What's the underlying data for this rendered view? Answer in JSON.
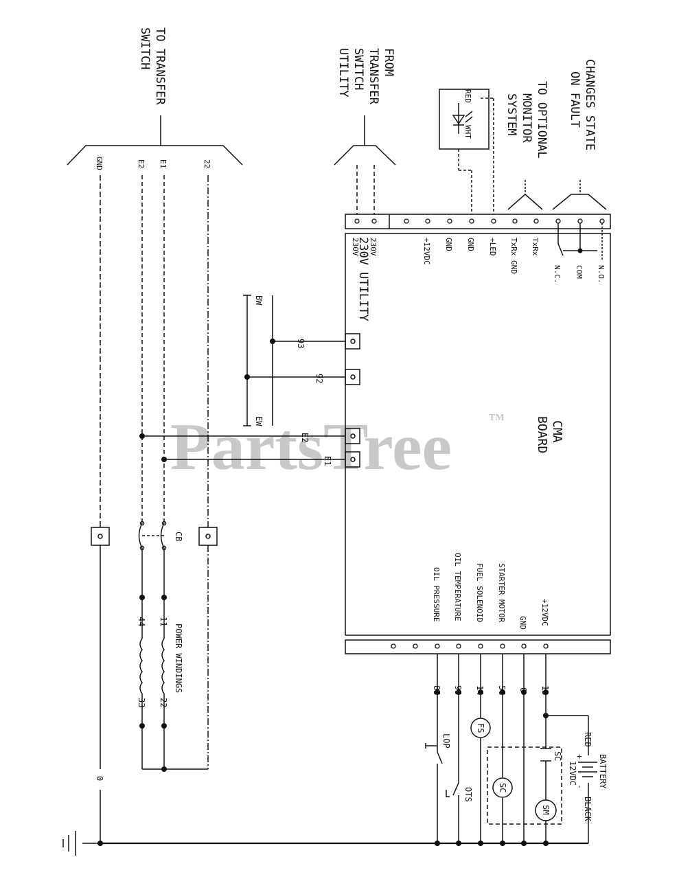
{
  "watermark": {
    "text": "PartsTree",
    "tm": "TM"
  },
  "headers": {
    "to_transfer": [
      "TO TRANSFER",
      "SWITCH"
    ],
    "from_transfer": [
      "FROM",
      "TRANSFER",
      "SWITCH",
      "UTILITY"
    ],
    "optional_monitor": [
      "TO OPTIONAL",
      "MONITOR",
      "SYSTEM"
    ],
    "changes_state": [
      "CHANGES STATE",
      "ON FAULT"
    ]
  },
  "board": {
    "title": "CMA",
    "subtitle": "BOARD",
    "utility": "230V UTILITY"
  },
  "led": {
    "red": "RED",
    "wht": "WHT"
  },
  "top_terminals": [
    "230V",
    "230V",
    "+12VDC",
    "GND",
    "GND",
    "+LED",
    "TxRx GND",
    "TxRx",
    "N.C.",
    "COM",
    "N.O."
  ],
  "bottom_terminals": [
    "OIL PRESSURE",
    "OIL TEMPERATURE",
    "FUEL SOLENOID",
    "STARTER MOTOR",
    "GND",
    "+12VDC"
  ],
  "left_wires": [
    "GND",
    "E2",
    "E1",
    "22"
  ],
  "connector_wires": [
    "93",
    "92",
    "E2",
    "E1"
  ],
  "bus_labels": {
    "bw": "BW",
    "ew": "EW"
  },
  "wire_numbers": [
    "85",
    "95",
    "14",
    "56",
    "0",
    "13"
  ],
  "components": {
    "cb": "CB",
    "power_windings": "POWER WINDINGS",
    "w11": "11",
    "w22": "22",
    "w44": "44",
    "w33": "33",
    "gnd_zero": "0",
    "lop": "LOP",
    "ots": "OTS",
    "fs": "FS",
    "sc": "SC",
    "sm": "SM",
    "sc_relay": "SC",
    "battery": "BATTERY",
    "battery_v": "12VDC",
    "plus": "+",
    "minus": "-",
    "red": "RED",
    "black": "BLACK"
  }
}
